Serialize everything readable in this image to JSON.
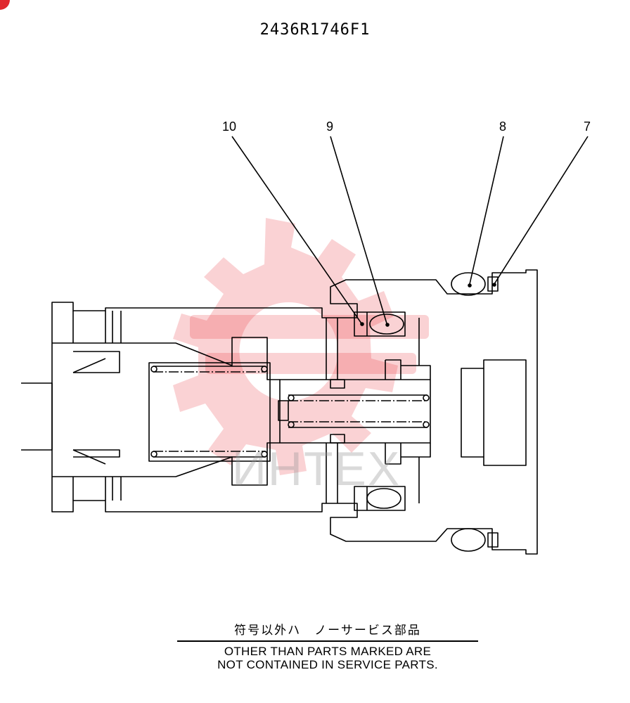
{
  "part_number": "2436R1746F1",
  "callouts": [
    {
      "label": "10"
    },
    {
      "label": "9"
    },
    {
      "label": "8"
    },
    {
      "label": "7"
    }
  ],
  "watermark": {
    "text": "ИНТЕХ",
    "logo": "gear-logo-icon",
    "color": "#e8202a"
  },
  "notice": {
    "japanese": "符号以外ハ　ノーサービス部品",
    "english_line1": "OTHER THAN PARTS MARKED ARE",
    "english_line2": "NOT CONTAINED IN SERVICE PARTS."
  }
}
